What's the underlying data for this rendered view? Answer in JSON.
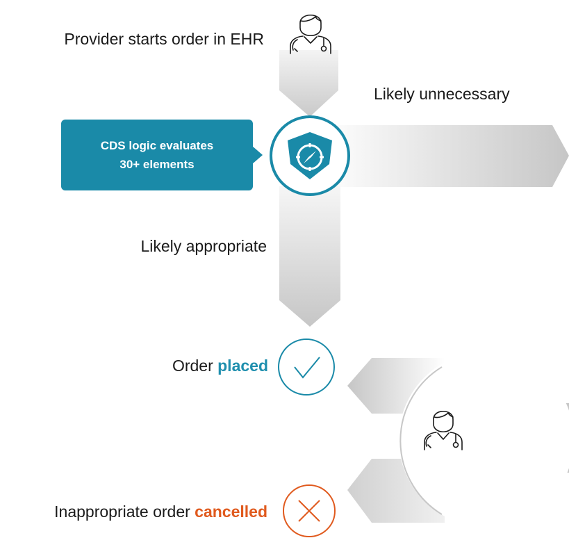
{
  "steps": {
    "start": {
      "label": "Provider starts order in EHR"
    },
    "unnecessary": {
      "label": "Likely unnecessary"
    },
    "cds": {
      "line1": "CDS logic evaluates",
      "line2": "30+ elements"
    },
    "appropriate": {
      "label": "Likely appropriate"
    },
    "placed": {
      "prefix": "Order ",
      "emphasis": "placed"
    },
    "cancelled": {
      "prefix": "Inappropriate order ",
      "emphasis": "cancelled"
    }
  },
  "icons": {
    "doctor_top": "doctor-icon",
    "cds_shield": "shield-compass-icon",
    "check": "check-circle-icon",
    "doctor_right": "doctor-icon",
    "cross": "cross-circle-icon"
  },
  "colors": {
    "accent_blue": "#1a8aa8",
    "cancel_orange": "#e05a1e",
    "arrow_gray": "#c8c8c8"
  }
}
